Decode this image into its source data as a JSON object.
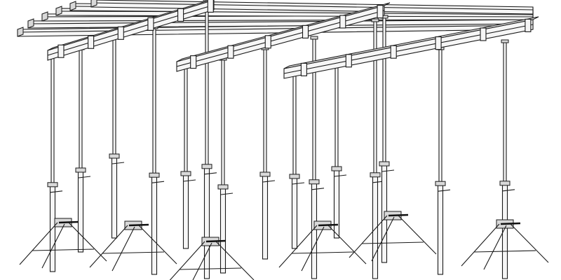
{
  "illustration": {
    "subject": "slab-formwork-shoring-system",
    "colors": {
      "line": "#1a1a1a",
      "fill": "#f6f6f6",
      "shade": "#d9d9d9",
      "background": "#ffffff"
    },
    "components": [
      "primary-beams",
      "secondary-rails",
      "props",
      "tripod-bases",
      "prop-nuts"
    ]
  }
}
